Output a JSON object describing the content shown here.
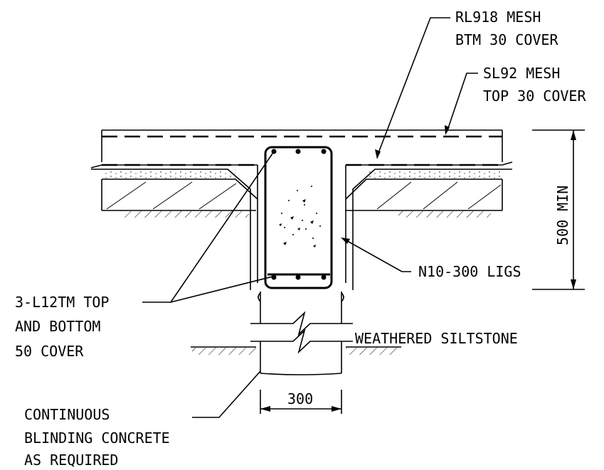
{
  "labels": {
    "rl918_line1": "RL918 MESH",
    "rl918_line2": "BTM 30 COVER",
    "sl92_line1": "SL92 MESH",
    "sl92_line2": "TOP 30 COVER",
    "depth": "500 MIN",
    "ligs": "N10-300 LIGS",
    "bars_line1": "3-L12TM TOP",
    "bars_line2": "AND BOTTOM",
    "bars_line3": "50 COVER",
    "siltstone": "WEATHERED SILTSTONE",
    "width": "300",
    "blinding_line1": "CONTINUOUS",
    "blinding_line2": "BLINDING CONCRETE",
    "blinding_line3": "AS REQUIRED"
  }
}
